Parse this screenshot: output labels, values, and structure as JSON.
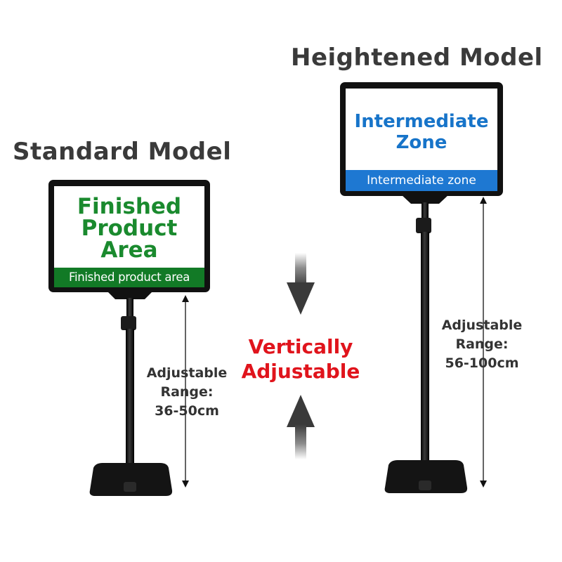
{
  "standard": {
    "title": "Standard Model",
    "sign_heading_lines": [
      "Finished",
      "Product",
      "Area"
    ],
    "sign_band": "Finished product area",
    "range_lines": [
      "Adjustable",
      "Range:",
      "36-50cm"
    ],
    "accent_color": "#1a8a2e",
    "band_color": "#127a26"
  },
  "heightened": {
    "title": "Heightened Model",
    "sign_heading_lines": [
      "Intermediate",
      "Zone"
    ],
    "sign_band": "Intermediate zone",
    "range_lines": [
      "Adjustable",
      "Range:",
      "56-100cm"
    ],
    "accent_color": "#1774c9",
    "band_color": "#1e78d2"
  },
  "center": {
    "label_lines": [
      "Vertically",
      "Adjustable"
    ],
    "label_color": "#e0141c",
    "arrow_icons": [
      "down-arrow-icon",
      "up-arrow-icon"
    ]
  }
}
